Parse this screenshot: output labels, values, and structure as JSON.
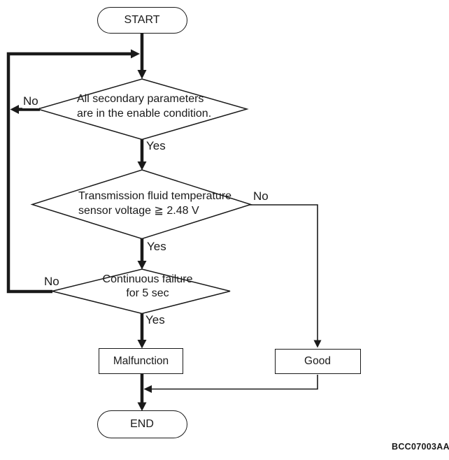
{
  "figure_code": "BCC07003AA",
  "colors": {
    "line": "#1a1a1a",
    "background": "#ffffff"
  },
  "nodes": {
    "start": {
      "label": "START"
    },
    "decision1": {
      "line1": "All secondary parameters",
      "line2": "are in the enable condition."
    },
    "decision2": {
      "line1": "Transmission fluid temperature",
      "line2": "sensor voltage ≧ 2.48 V"
    },
    "decision3": {
      "line1": "Continuous failure",
      "line2": "for 5 sec"
    },
    "malfunction": {
      "label": "Malfunction"
    },
    "good": {
      "label": "Good"
    },
    "end": {
      "label": "END"
    }
  },
  "edge_labels": {
    "d1_no": "No",
    "d1_yes": "Yes",
    "d2_no": "No",
    "d2_yes": "Yes",
    "d3_no": "No",
    "d3_yes": "Yes"
  }
}
